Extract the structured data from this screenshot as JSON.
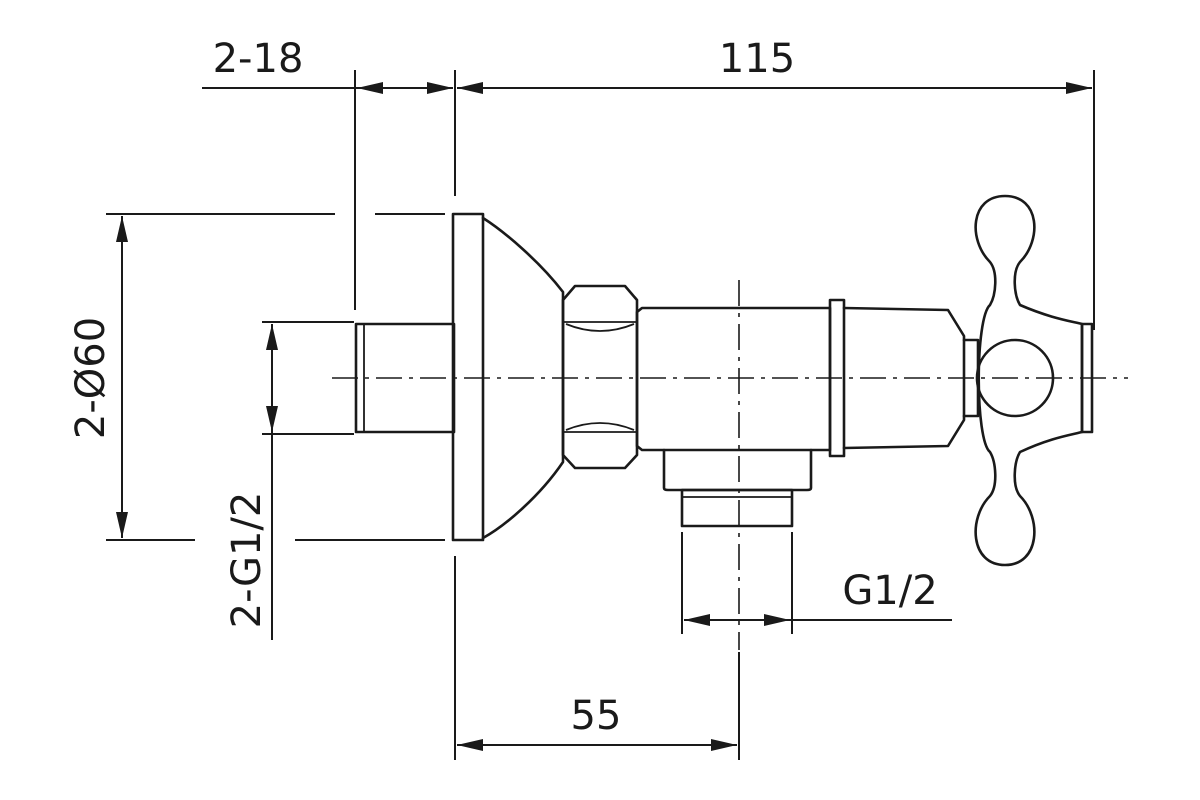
{
  "diagram": {
    "dimensions": {
      "thread_length": "2-18",
      "overall_length": "115",
      "flange_diameter": "2-Ø60",
      "inlet_thread": "2-G1/2",
      "outlet_thread": "G1/2",
      "outlet_offset": "55"
    },
    "colors": {
      "ink": "#1a1a1a",
      "background": "#ffffff"
    }
  }
}
